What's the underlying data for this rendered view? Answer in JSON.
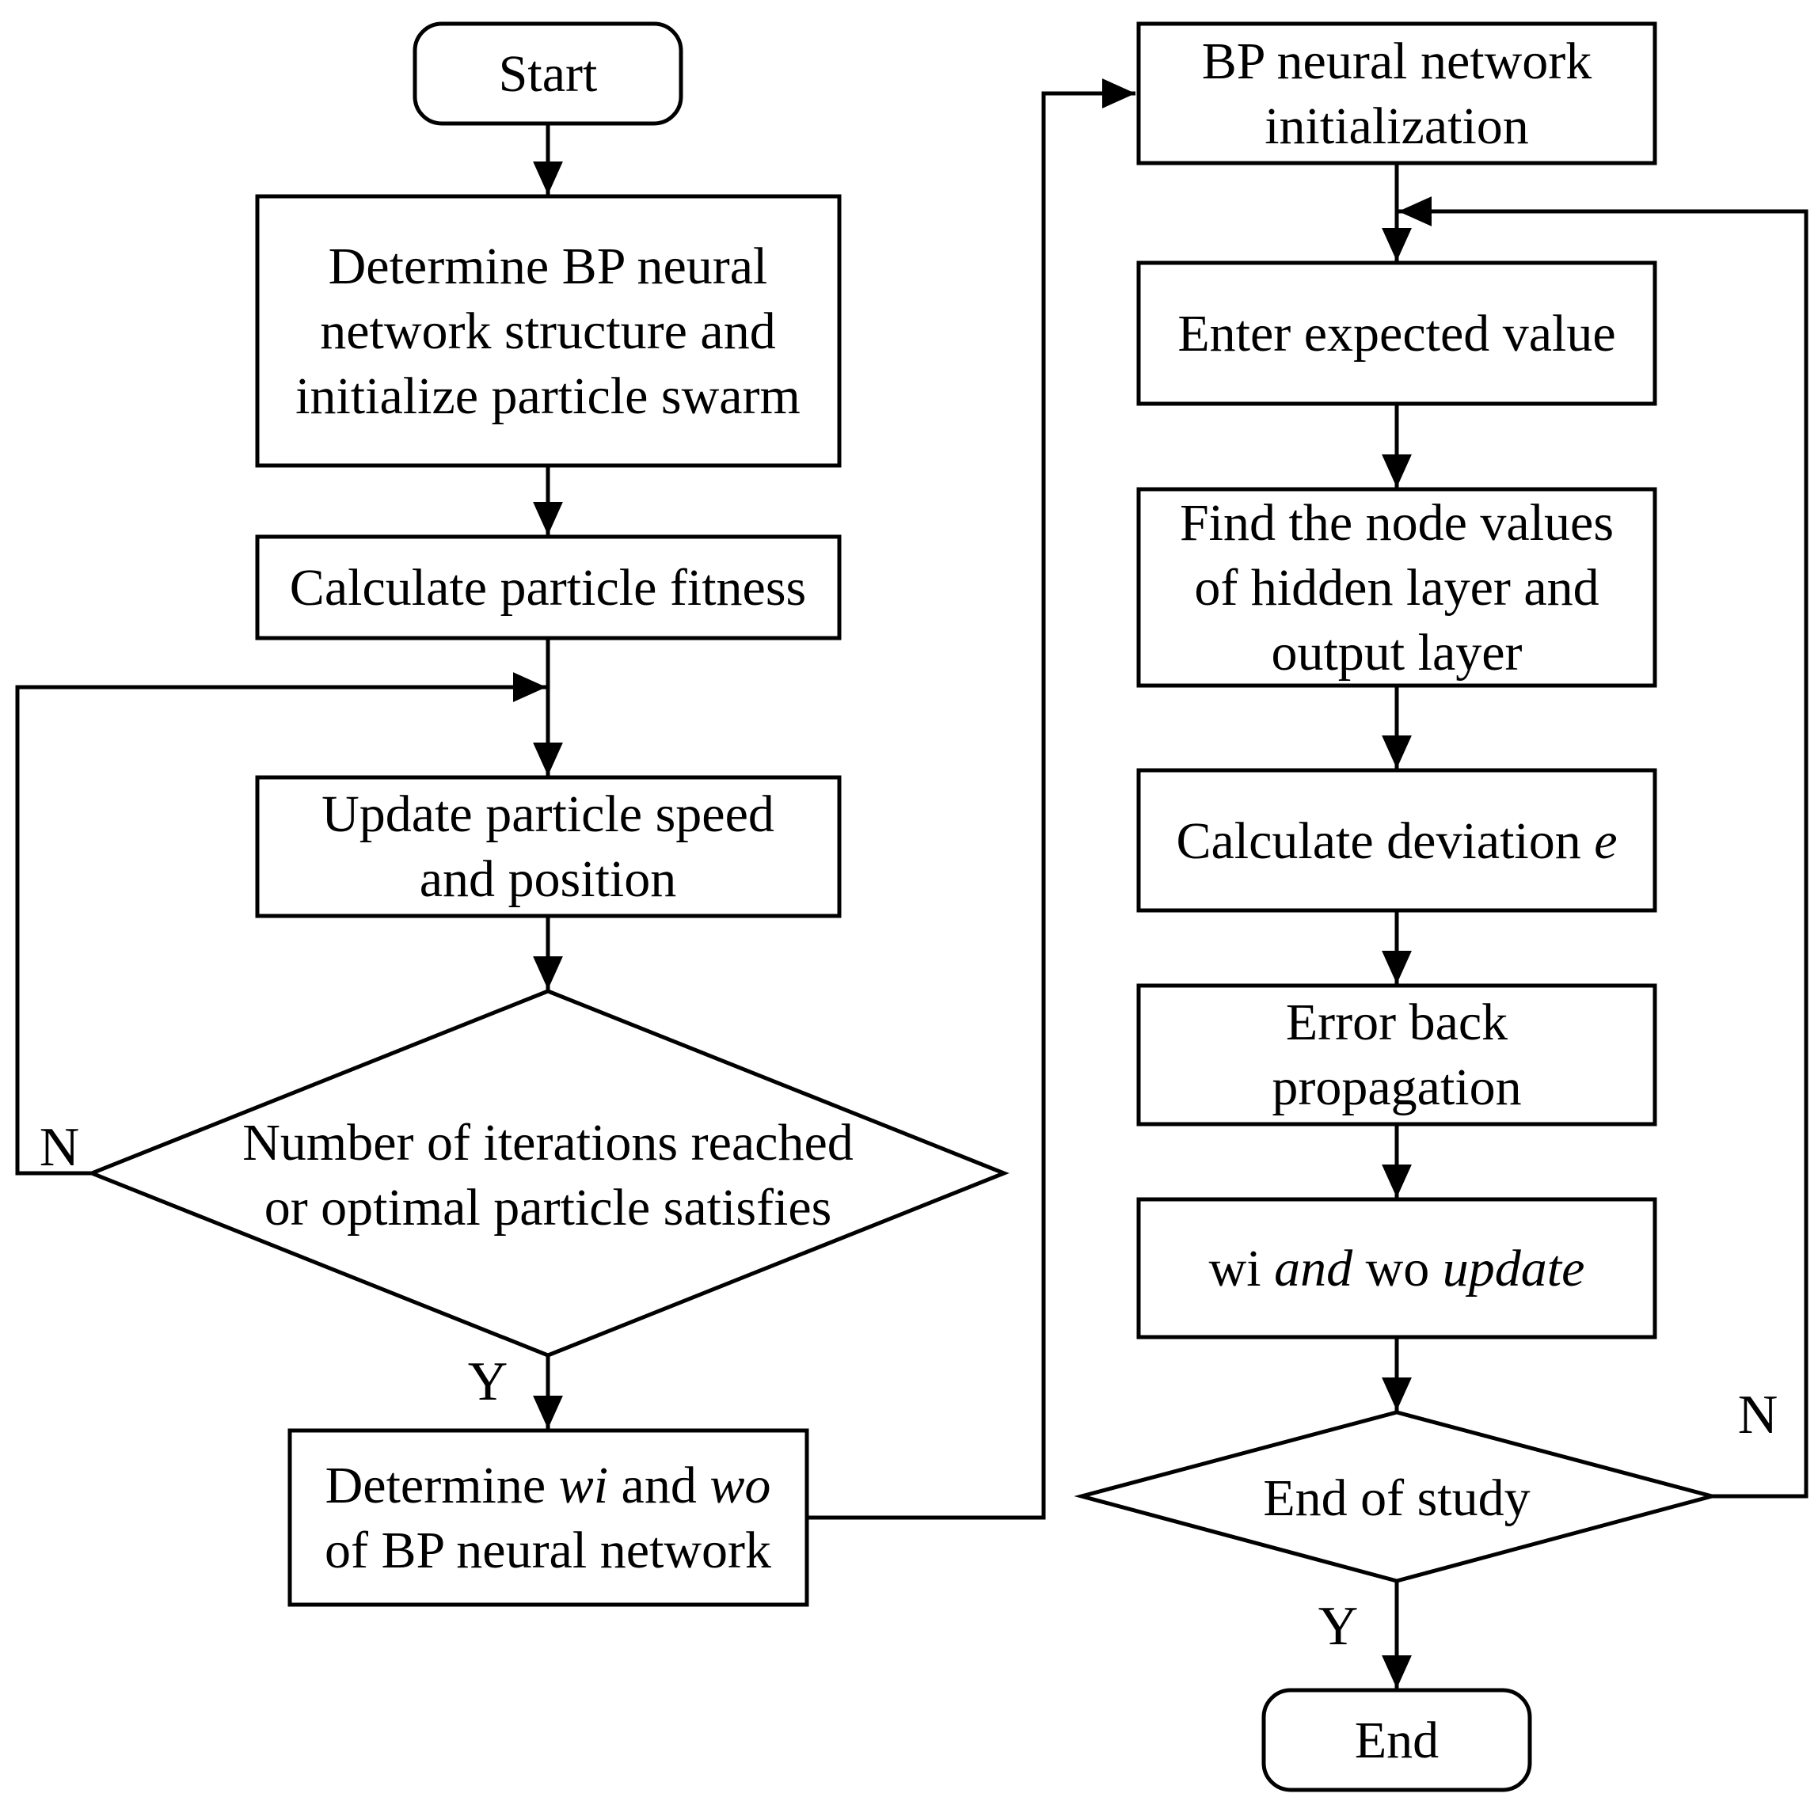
{
  "nodes": {
    "start": {
      "lines": [
        [
          "Start"
        ]
      ]
    },
    "determine_structure": {
      "lines": [
        [
          "Determine BP neural"
        ],
        [
          "network structure and"
        ],
        [
          "initialize particle swarm"
        ]
      ]
    },
    "calc_fitness": {
      "lines": [
        [
          "Calculate particle fitness"
        ]
      ]
    },
    "update_speed": {
      "lines": [
        [
          "Update particle speed"
        ],
        [
          "and position"
        ]
      ]
    },
    "iter_decision": {
      "lines": [
        [
          "Number of iterations reached"
        ],
        [
          "or optimal particle satisfies"
        ]
      ]
    },
    "determine_wi_wo": {
      "lines": [
        [
          "Determine ",
          "wi",
          " and ",
          "wo"
        ],
        [
          "of BP neural network"
        ]
      ]
    },
    "bp_init": {
      "lines": [
        [
          "BP neural network"
        ],
        [
          "initialization"
        ]
      ]
    },
    "enter_expected": {
      "lines": [
        [
          "Enter expected value"
        ]
      ]
    },
    "find_nodes": {
      "lines": [
        [
          "Find the node values"
        ],
        [
          "of hidden layer and"
        ],
        [
          "output layer"
        ]
      ]
    },
    "calc_deviation": {
      "lines": [
        [
          "Calculate deviation ",
          "e"
        ]
      ]
    },
    "error_back": {
      "lines": [
        [
          "Error back"
        ],
        [
          "propagation"
        ]
      ]
    },
    "wi_wo_update": {
      "lines": [
        [
          "wi",
          " and ",
          "wo",
          " update"
        ]
      ]
    },
    "end_study": {
      "lines": [
        [
          "End of study"
        ]
      ]
    },
    "end": {
      "lines": [
        [
          "End"
        ]
      ]
    }
  },
  "edge_labels": {
    "iter_no": "N",
    "iter_yes": "Y",
    "study_no": "N",
    "study_yes": "Y"
  }
}
